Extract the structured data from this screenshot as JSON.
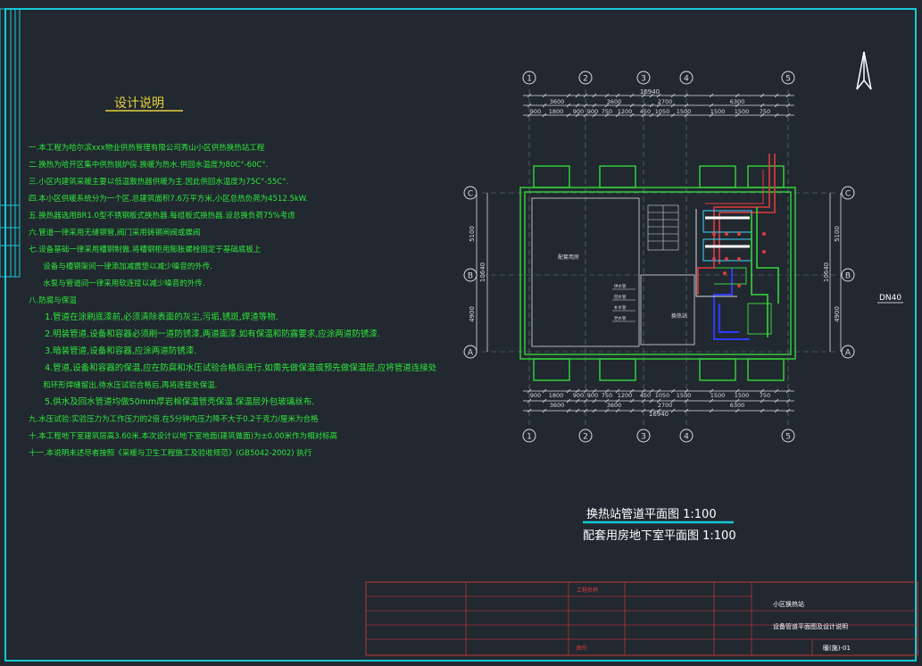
{
  "notes": {
    "heading": "设计说明",
    "lines": [
      "一.本工程为哈尔滨xxx物业供热管理有限公司秀山小区供热换热站工程",
      "二.换热为哈开区集中供热锅炉房.换暖为热水.供回水温度为80C°-60C°.",
      "三.小区内建筑采暖主要以低温散热器供暖为主.因此供回水温度为75C°-55C°.",
      "四.本小区供暖系统分为一个区.总建筑面积7.6万平方米,小区总热负荷为4512.5kW.",
      "五.换热器选用BR1.0型不锈钢板式换热器.每组板式换热器.设总换负荷75%考虑",
      "六.管道一律采用无缝钢管,阀门采用铸钢闸阀或蝶阀",
      "七.设备基础一律采用槽钢制做.将槽钢柜用膨胀螺栓固定于基础底板上",
      "    设备与槽钢架间一律添加减震垫以减少噪音的外传.",
      "    水泵与管道间一律采用软连接以减少噪音的外传.",
      "八.防腐与保温",
      "    1.管道在涂刷底漆前,必须清除表面的灰尘,污垢,锈斑,焊渣等物.",
      "    2.明装管道,设备和容器必须刷一道防锈漆,两道面漆.如有保温和防露要求,应涂两道防锈漆.",
      "    3.暗装管道,设备和容器,应涂两道防锈漆.",
      "    4.管道,设备和容器的保温,应在防腐和水压试验合格后进行.如需先做保温或预先做保温层,应将管道连接处",
      "       和环形焊缝留出,待水压试验合格后,再将连接处保温.",
      "    5.供水及回水管道均做50mm厚岩棉保温管壳保温.保温层外包玻璃丝布.",
      "九.水压试验:实验压力为工作压力的2倍.在5分钟内压力降不大于0.2千克力/厘米为合格",
      "十.本工程地下室建筑层高3.60米.本次设计以地下室地面(建筑做面)为±0.00米作为相对标高",
      "十一.本说明未述尽者按照《采暖与卫生工程施工及验收规范》(GB5042-2002) 执行"
    ]
  },
  "plan": {
    "axes_top": [
      "1",
      "2",
      "3",
      "4",
      "5"
    ],
    "axes_side": [
      "C",
      "B",
      "A"
    ],
    "total_width": "16940",
    "dims_level1": [
      "3600",
      "3600",
      "2700",
      "6300"
    ],
    "dims_level2": [
      "900",
      "1800",
      "900",
      "900",
      "750",
      "1200",
      "450",
      "1050",
      "1500",
      "1500",
      "1500",
      "750"
    ],
    "dims_bottom_level1": [
      "900",
      "1800",
      "900",
      "900",
      "750",
      "1200",
      "450",
      "1050",
      "1500",
      "1500",
      "1500",
      "750"
    ],
    "dims_bottom_level2": [
      "3600",
      "3600",
      "2700",
      "6300"
    ],
    "side_dims": [
      "5100",
      "4900"
    ],
    "side_total": "10640",
    "room_left_label": "配套用房",
    "room_right_label": "换热站",
    "pipe_size": "DN40",
    "legend_lines": [
      "供水管",
      "回水管",
      "补水管",
      "泄水管"
    ]
  },
  "titles": {
    "main": "换热站管道平面图 1:100",
    "sub": "配套用房地下室平面图 1:100"
  },
  "titleblock": {
    "project": "小区换热站",
    "drawing_name": "设备管道平面图及设计说明",
    "drawing_no": "暖(施)-01",
    "cells": [
      "工程名称",
      "图号"
    ]
  },
  "colors": {
    "background": "#212830",
    "frame": "#16c8d6",
    "text_green": "#2de83a",
    "dim_white": "#d9dde0",
    "wall_green": "#35d63a",
    "pipe_red": "#e23b3b",
    "pipe_blue": "#2c3bff",
    "pipe_cyan": "#3fd8ff",
    "heading_yellow": "#e6d23a"
  }
}
